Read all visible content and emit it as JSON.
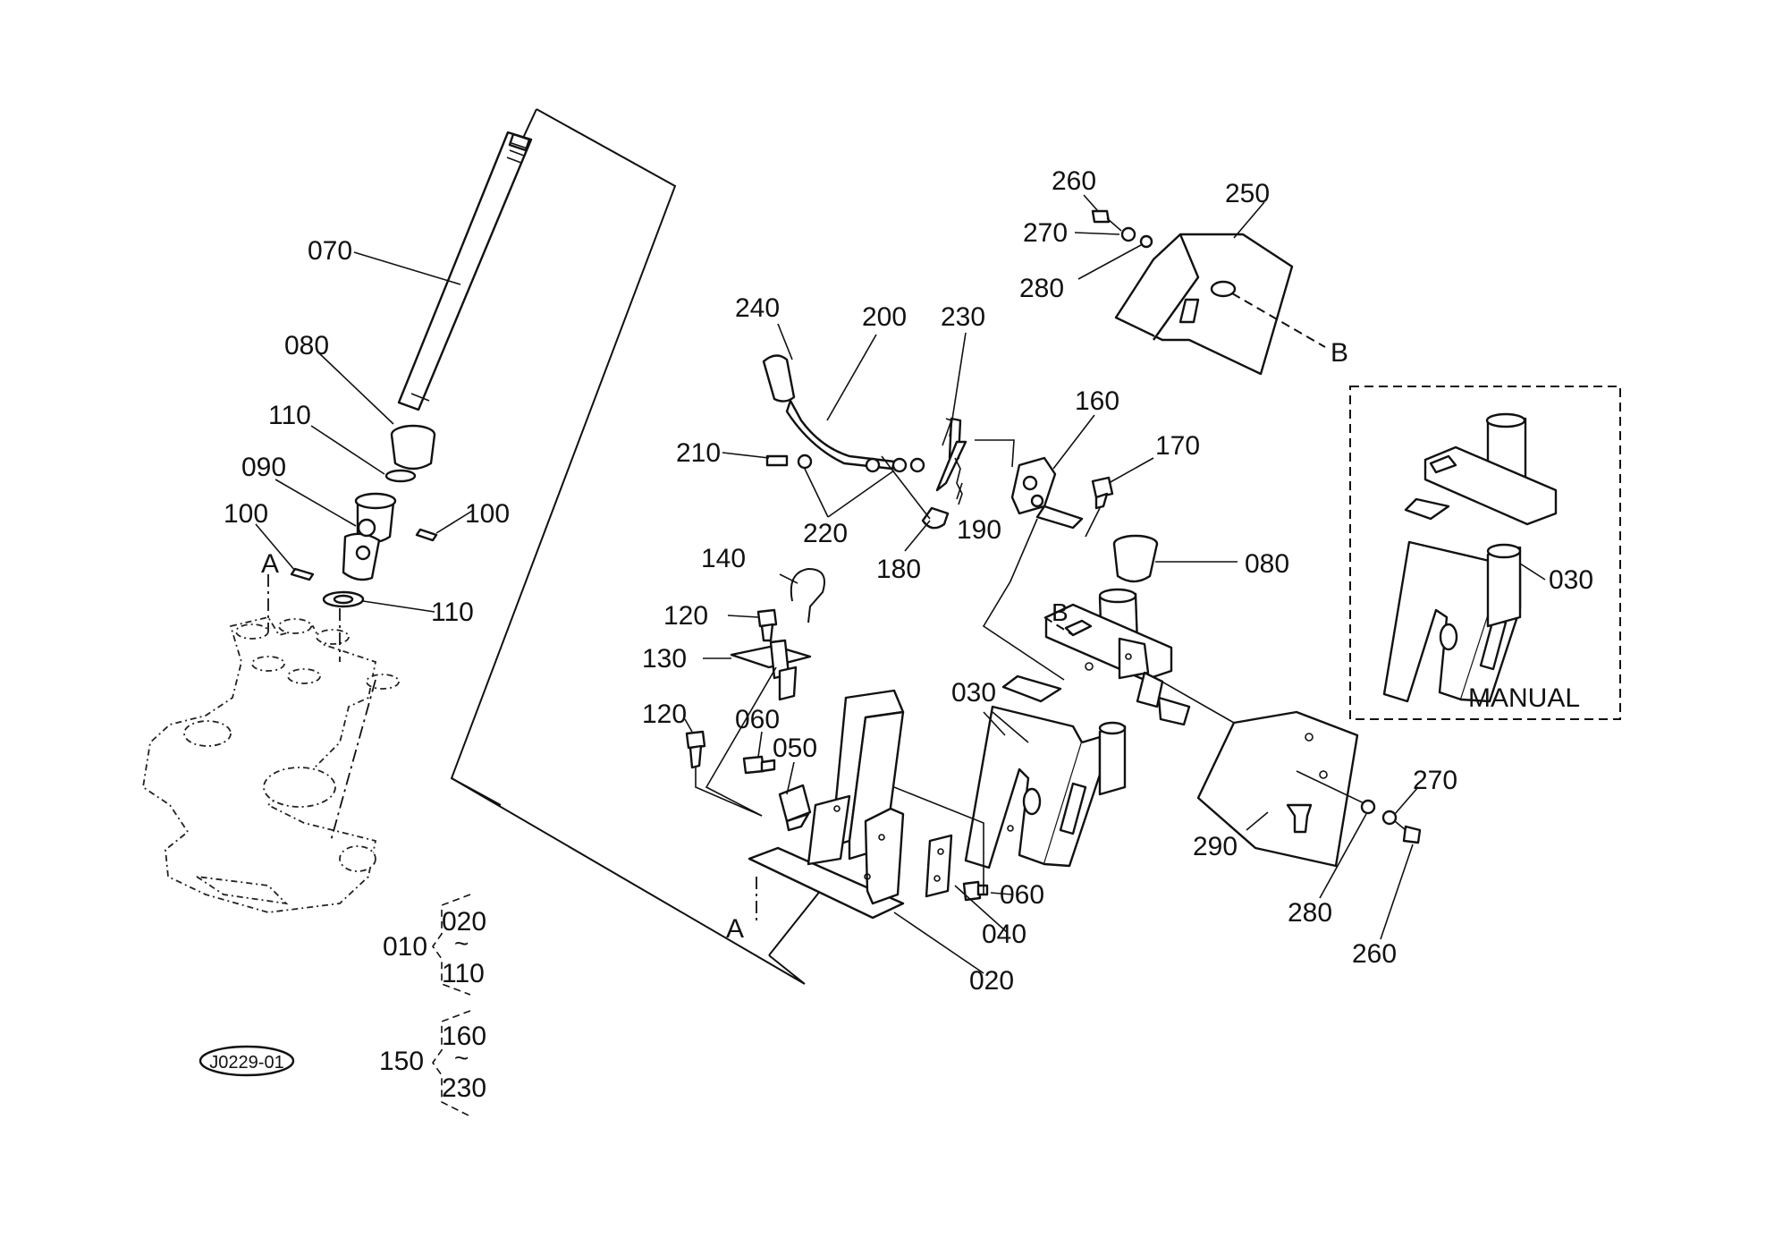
{
  "diagram_code": "J0229-01",
  "callouts": {
    "p070": "070",
    "p080_left": "080",
    "p110_top": "110",
    "p090": "090",
    "p100_right": "100",
    "p100_left": "100",
    "p110_bottom": "110",
    "ref_a_top": "A",
    "ref_a_bottom": "A",
    "p260_top": "260",
    "p250": "250",
    "p270_top": "270",
    "p280_top": "280",
    "ref_b_top": "B",
    "ref_b_mid": "B",
    "p240": "240",
    "p200": "200",
    "p230": "230",
    "p210": "210",
    "p220": "220",
    "p190": "190",
    "p180": "180",
    "p160": "160",
    "p170": "170",
    "p140": "140",
    "p120_top": "120",
    "p130": "130",
    "p080_right": "080",
    "p030_mid": "030",
    "p030_manual": "030",
    "p120_bottom": "120",
    "p060_left": "060",
    "p050": "050",
    "p060_right": "060",
    "p040": "040",
    "p020": "020",
    "p290": "290",
    "p270_bottom": "270",
    "p280_bottom": "280",
    "p260_bottom": "260"
  },
  "manual_box": {
    "label": "MANUAL"
  },
  "assembly_groups": [
    {
      "parent": "010",
      "from": "020",
      "to": "110"
    },
    {
      "parent": "150",
      "from": "160",
      "to": "230"
    }
  ]
}
